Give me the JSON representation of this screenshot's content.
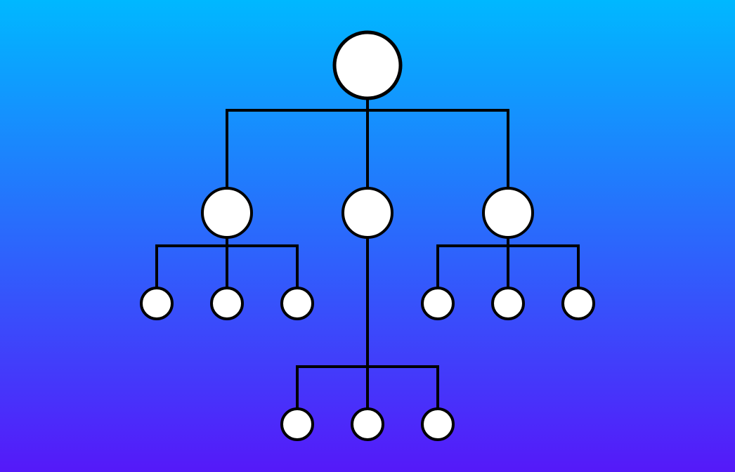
{
  "theme": {
    "gradient_top": "#00B8FF",
    "gradient_bottom": "#5519F9",
    "node_fill": "#FFFFFF",
    "line_color": "#000000"
  },
  "tree": {
    "id": "root",
    "level": 0,
    "children": [
      {
        "id": "left",
        "level": 1,
        "children": [
          {
            "id": "left-1",
            "level": 2
          },
          {
            "id": "left-2",
            "level": 2
          },
          {
            "id": "left-3",
            "level": 2
          }
        ]
      },
      {
        "id": "middle",
        "level": 1,
        "children": [
          {
            "id": "middle-1",
            "level": 2
          },
          {
            "id": "middle-2",
            "level": 2
          },
          {
            "id": "middle-3",
            "level": 2
          }
        ]
      },
      {
        "id": "right",
        "level": 1,
        "children": [
          {
            "id": "right-1",
            "level": 2
          },
          {
            "id": "right-2",
            "level": 2
          },
          {
            "id": "right-3",
            "level": 2
          }
        ]
      }
    ]
  }
}
